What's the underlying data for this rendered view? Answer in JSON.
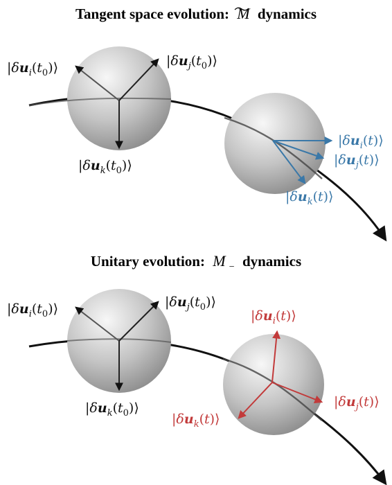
{
  "top": {
    "title_text": "Tangent space evolution:",
    "title_symbol": "M",
    "title_tail": "dynamics",
    "left_ball": {
      "label_i": "|δu",
      "sub_i": "i",
      "time_i": "(t",
      "time_sub_i": "0",
      "close_i": "))⟩",
      "label_j": "|δu",
      "sub_j": "j",
      "label_k": "|δu",
      "sub_k": "k"
    },
    "right_ball": {
      "label_i": "|δu",
      "sub_i": "i",
      "label_j": "|δu",
      "sub_j": "j",
      "label_k": "|δu",
      "sub_k": "k",
      "time": "(t)⟩",
      "color": "#3a78a8"
    }
  },
  "bottom": {
    "title_text": "Unitary evolution:",
    "title_symbol": "M",
    "title_sub": "−",
    "title_tail": "dynamics",
    "right_ball": {
      "time": "(t)⟩",
      "color": "#c23a3a"
    }
  },
  "colors": {
    "blue": "#3a78a8",
    "red": "#c23a3a",
    "black": "#111111",
    "ball_light": "#f4f4f4",
    "ball_dark": "#8a8a8a"
  }
}
